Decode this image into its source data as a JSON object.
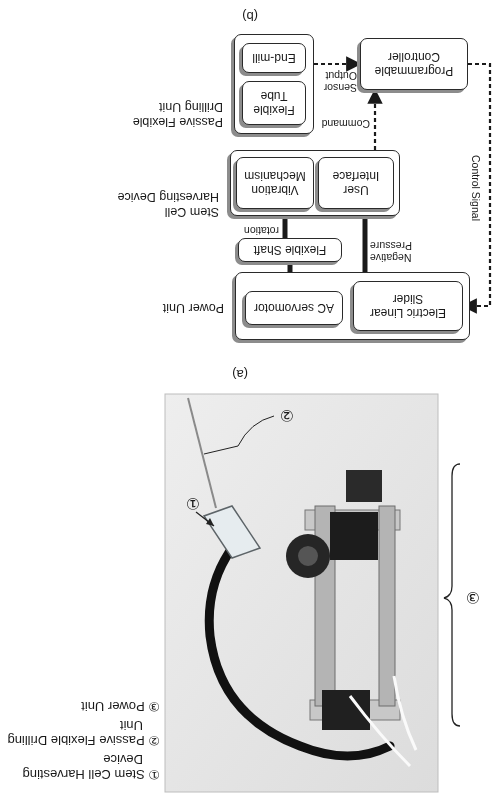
{
  "diagram": {
    "nodes": [
      {
        "text": [
          "Power Unit"
        ]
      },
      {
        "text": [
          "Electric Linear Slider"
        ],
        "in": 0
      },
      {
        "text": [
          "AC servomotor"
        ],
        "in": 0
      },
      {
        "text": [
          "Flexible Shaft"
        ]
      },
      {
        "text": [
          "Stem Cell Harvesting Device"
        ]
      },
      {
        "text": [
          "User Interface"
        ],
        "in": 4
      },
      {
        "text": [
          "Vibration Mechanism"
        ],
        "in": 4
      },
      {
        "text": [
          "Passive Flexible Drilling Unit"
        ]
      },
      {
        "text": [
          "Flexible Tube"
        ],
        "in": 7
      },
      {
        "text": [
          "End-mill"
        ],
        "in": 7
      },
      {
        "text": [
          "Programmable Controller"
        ]
      }
    ],
    "edges": [
      {
        "from": 2,
        "to": 3,
        "arrow": "none"
      },
      {
        "from": 3,
        "to": 6,
        "label": "rotation",
        "arrow": "none"
      },
      {
        "from": 1,
        "to": 5,
        "label": "Negative Pressure",
        "arrow": "none"
      },
      {
        "from": 7,
        "to": 10,
        "label": "Sensor Output",
        "arrow": "to"
      },
      {
        "from": 5,
        "to": 10,
        "label": "Command",
        "arrow": "to"
      },
      {
        "from": 10,
        "to": 1,
        "label": "Control Signal",
        "arrow": "to"
      }
    ],
    "labels": [
      "① Stem Cell Harvesting Device",
      "② Passive Flexible Drilling Unit",
      "③ Power Unit",
      "①",
      "②",
      "③",
      "(a)",
      "(b)"
    ]
  }
}
